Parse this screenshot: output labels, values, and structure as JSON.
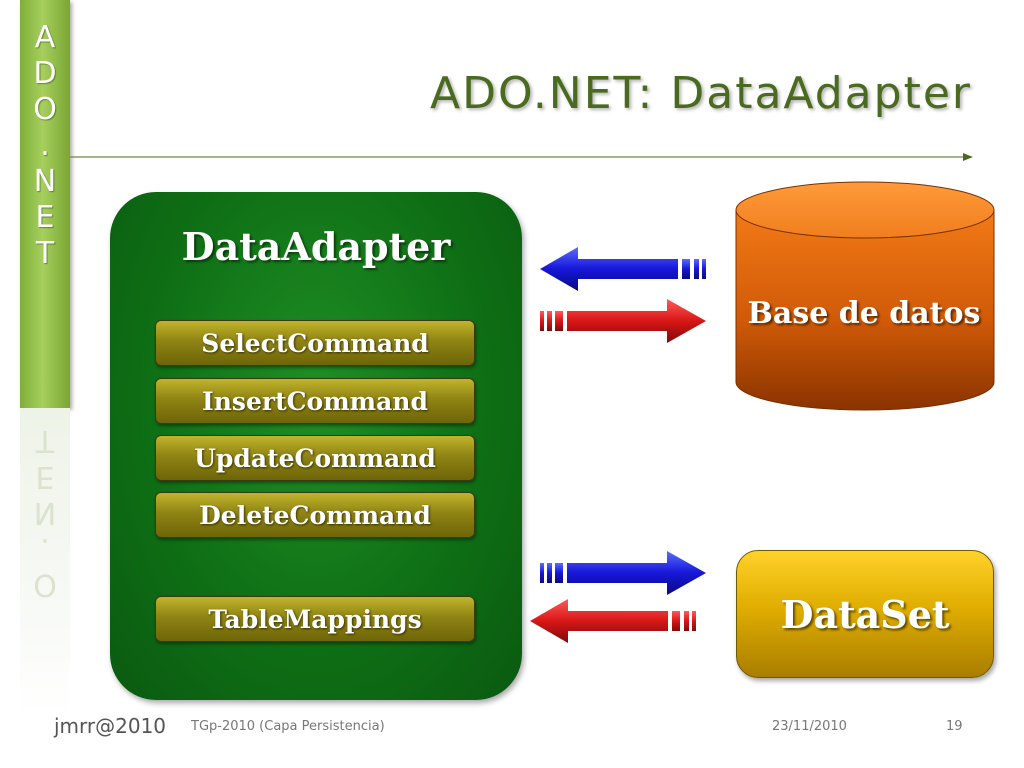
{
  "side_band": {
    "letters": [
      "A",
      "D",
      "O",
      ".",
      "N",
      "E",
      "T"
    ]
  },
  "title": "ADO.NET: DataAdapter",
  "adapter": {
    "title": "DataAdapter",
    "commands": [
      "SelectCommand",
      "InsertCommand",
      "UpdateCommand",
      "DeleteCommand"
    ],
    "mappings": "TableMappings"
  },
  "database_label": "Base de datos",
  "dataset_label": "DataSet",
  "colors": {
    "title": "#4a6a1f",
    "side_band": "#8fbf45",
    "panel": "#0f7015",
    "command": "#8f8414",
    "database": "#e0650e",
    "dataset": "#e0ad00",
    "arrow_blue": "#1010d0",
    "arrow_red": "#d01010"
  },
  "footer": {
    "author": "jmrr@2010",
    "course": "TGp-2010 (Capa Persistencia)",
    "date": "23/11/2010",
    "page": "19"
  }
}
